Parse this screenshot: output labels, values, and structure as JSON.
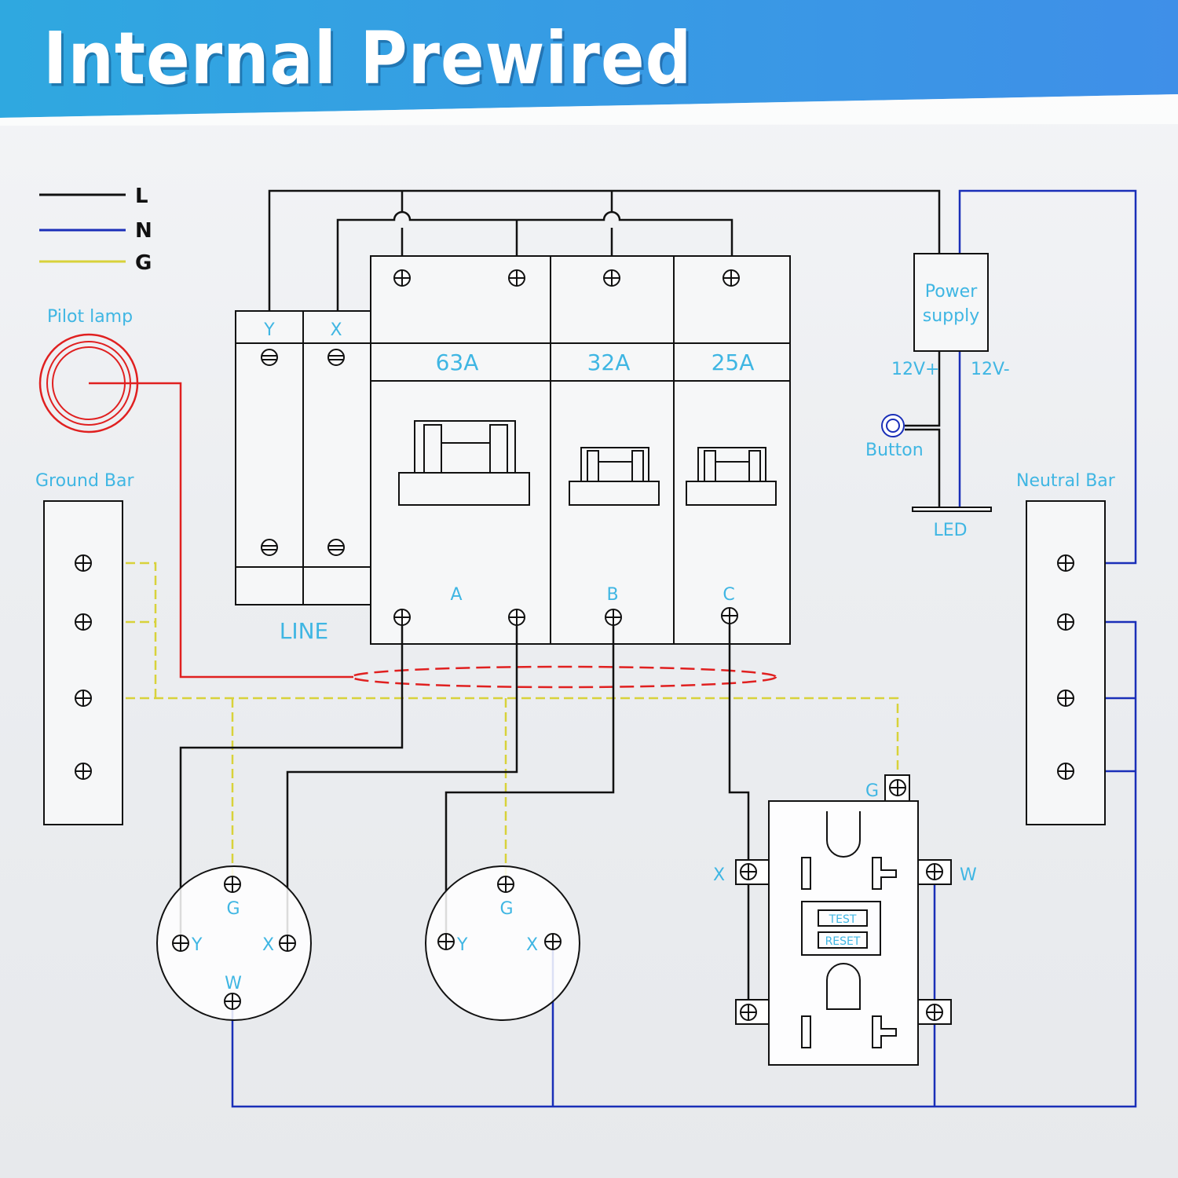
{
  "title": "Internal Prewired",
  "legend": [
    {
      "key": "L",
      "color": "#111111"
    },
    {
      "key": "N",
      "color": "#1a2fb8"
    },
    {
      "key": "G",
      "color": "#d8d23a"
    }
  ],
  "colors": {
    "line": "#111111",
    "neutral": "#1a2fb8",
    "ground": "#d8d23a",
    "lamp": "#e02020",
    "label": "#3fb6e3",
    "banner_start": "#2fa8e0",
    "banner_end": "#3f8fe8"
  },
  "labels": {
    "pilot_lamp": "Pilot lamp",
    "ground_bar": "Ground Bar",
    "neutral_bar": "Neutral Bar",
    "power_supply_line1": "Power",
    "power_supply_line2": "supply",
    "v_plus": "12V+",
    "v_minus": "12V-",
    "button": "Button",
    "led": "LED",
    "line": "LINE"
  },
  "terminal_block": {
    "y": "Y",
    "x": "X"
  },
  "breakers": [
    {
      "rating": "63A",
      "output": "A"
    },
    {
      "rating": "32A",
      "output": "B"
    },
    {
      "rating": "25A",
      "output": "C"
    }
  ],
  "outlet_1": {
    "g": "G",
    "y": "Y",
    "x": "X",
    "w": "W"
  },
  "outlet_2": {
    "g": "G",
    "y": "Y",
    "x": "X"
  },
  "gfci": {
    "g": "G",
    "x": "X",
    "w": "W",
    "test": "TEST",
    "reset": "RESET"
  }
}
